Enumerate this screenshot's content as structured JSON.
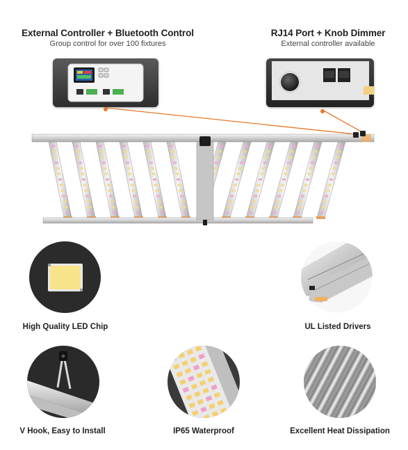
{
  "external_controller": {
    "title": "External Controller + Bluetooth Control",
    "subtitle": "Group control for over 100 fixtures"
  },
  "rj14_port": {
    "title": "RJ14 Port + Knob Dimmer",
    "subtitle": "External controller available"
  },
  "features": [
    {
      "label": "High Quality LED Chip",
      "icon": "led-chip-icon"
    },
    {
      "label": "UL Listed Drivers",
      "icon": "driver-profile-icon"
    },
    {
      "label": "V Hook, Easy to Install",
      "icon": "v-hook-icon"
    },
    {
      "label": "IP65  Waterproof",
      "icon": "led-board-icon"
    },
    {
      "label": "Excellent Heat Dissipation",
      "icon": "heatsink-icon"
    }
  ],
  "colors": {
    "accent_orange": "#e8782a",
    "bar_silver": "#d9d9d9",
    "dark_disc": "#2b2b2b",
    "led_yellow": "#f7e38a"
  }
}
